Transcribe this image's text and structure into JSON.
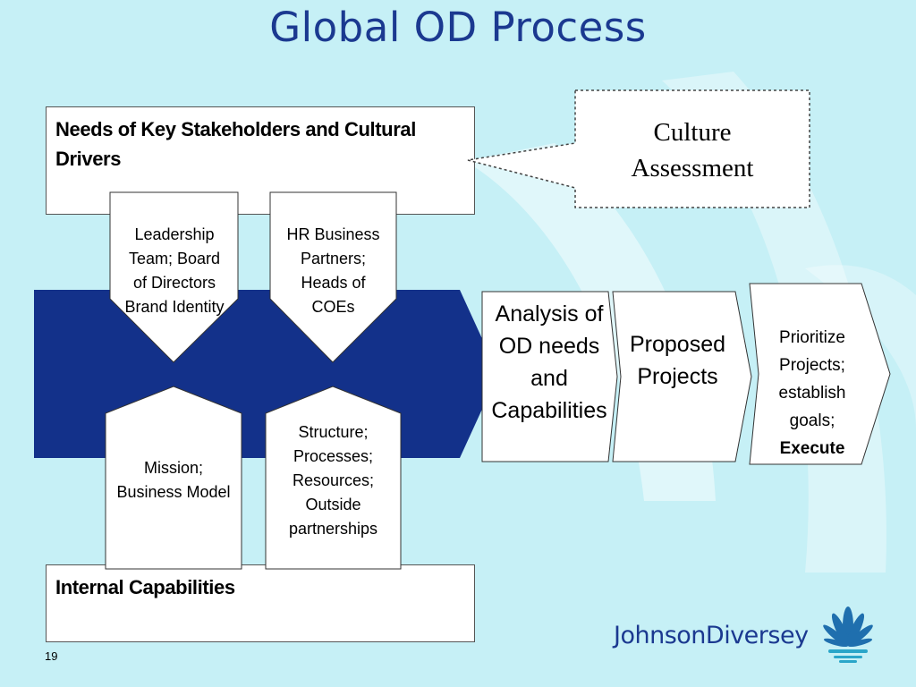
{
  "slide": {
    "title": "Global OD Process",
    "page_number": "19"
  },
  "stakeholders_box": {
    "label": "Needs of Key Stakeholders and Cultural Drivers"
  },
  "capabilities_box": {
    "label": "Internal Capabilities"
  },
  "callout": {
    "line1": "Culture",
    "line2": "Assessment"
  },
  "top_pentagons": [
    {
      "lines": [
        "Leadership",
        "Team; Board",
        "of Directors",
        "Brand Identity"
      ]
    },
    {
      "lines": [
        "HR Business",
        "Partners;",
        "Heads of",
        "COEs"
      ]
    }
  ],
  "bottom_pentagons": [
    {
      "lines": [
        "Mission;",
        "Business Model"
      ]
    },
    {
      "lines": [
        "Structure;",
        "Processes;",
        "Resources;",
        "Outside",
        "partnerships"
      ]
    }
  ],
  "chevrons": [
    {
      "lines": [
        "Analysis of",
        "OD needs",
        "and",
        "Capabilities"
      ]
    },
    {
      "lines": [
        "Proposed",
        "Projects"
      ]
    },
    {
      "lines": [
        "Prioritize",
        "Projects;",
        "establish",
        "goals;"
      ],
      "bold_line": "Execute"
    }
  ],
  "brand": {
    "name": "JohnsonDiversey"
  },
  "colors": {
    "background": "#c6f0f6",
    "title": "#1b3990",
    "arrow": "#13318a",
    "brand": "#1b3990"
  }
}
